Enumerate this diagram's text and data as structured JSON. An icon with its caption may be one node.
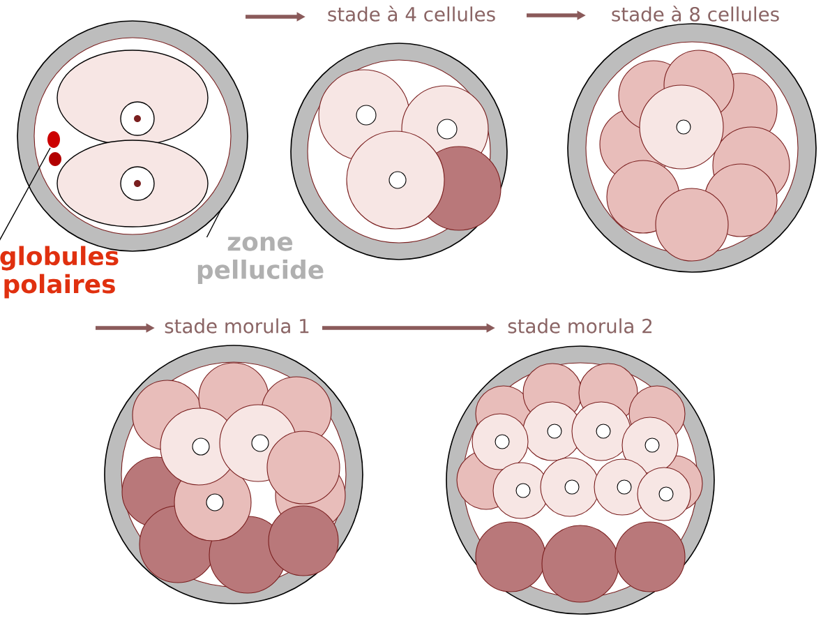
{
  "diagram": {
    "nodes": [
      {
        "text": [],
        "shape": "picture"
      },
      {
        "text": [
          "stade à 4 cellules"
        ]
      },
      {
        "text": [
          "stade à 8 cellules"
        ]
      },
      {
        "text": [
          "stade morula 1"
        ]
      },
      {
        "text": [
          "stade morula 2"
        ]
      },
      {
        "text": [
          "globules polaires"
        ]
      },
      {
        "text": [
          "zone pellucide"
        ]
      }
    ],
    "edges": [
      {
        "from": 0,
        "to": 1,
        "arrow": "to"
      },
      {
        "from": 1,
        "to": 2,
        "arrow": "to"
      },
      {
        "from": null,
        "to": 3,
        "arrow": "to"
      },
      {
        "from": 3,
        "to": 4,
        "arrow": "to"
      },
      {
        "from": 5,
        "to": 0,
        "arrow": "none",
        "color": "#000000"
      },
      {
        "from": 6,
        "to": 0,
        "arrow": "none",
        "color": "#000000"
      }
    ]
  }
}
